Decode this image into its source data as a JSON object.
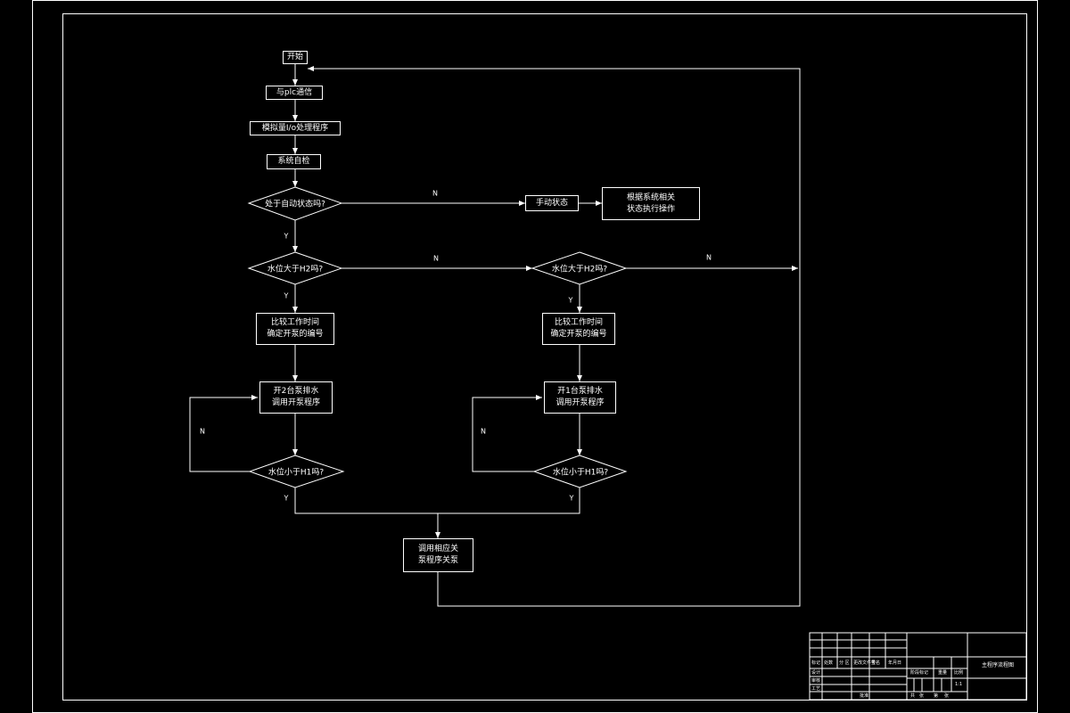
{
  "nodes": {
    "start": "开始",
    "plc": "与plc通信",
    "analog": "模拟量I/o处理程序",
    "selfcheck": "系统自检",
    "auto_q": "处于自动状态吗?",
    "manual": "手动状态",
    "manual_op": [
      "根据系统相关",
      "状态执行操作"
    ],
    "h2_q_left": "水位大于H2吗?",
    "h2_q_right": "水位大于H2吗?",
    "compare_left": [
      "比较工作时间",
      "确定开泵的编号"
    ],
    "compare_right": [
      "比较工作时间",
      "确定开泵的编号"
    ],
    "open2": [
      "开2台泵排水",
      "调用开泵程序"
    ],
    "open1": [
      "开1台泵排水",
      "调用开泵程序"
    ],
    "h1_q_left": "水位小于H1吗?",
    "h1_q_right": "水位小于H1吗?",
    "close": [
      "调用相应关",
      "泵程序关泵"
    ]
  },
  "flags": {
    "yes": "Y",
    "no": "N"
  },
  "title_block": {
    "drawing_title": "主程序流程图",
    "row_labels": [
      "设计",
      "审核",
      "工艺"
    ],
    "col_labels": [
      "标记",
      "处数",
      "分 区",
      "更改文件号",
      "签名",
      "年月日"
    ],
    "meta_labels": [
      "阶段标记",
      "重量",
      "比例"
    ],
    "scale": "1:1",
    "sheet": [
      "共",
      "张",
      "第",
      "张"
    ],
    "approve": "批准"
  }
}
